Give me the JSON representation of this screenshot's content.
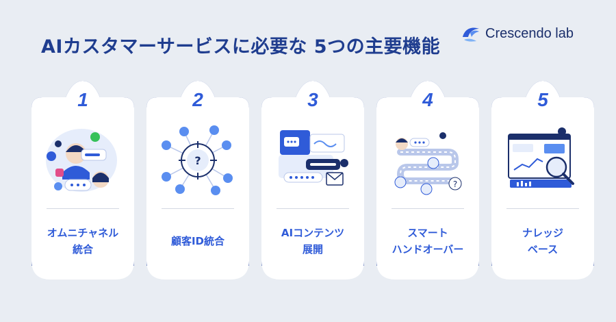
{
  "header": {
    "title": "AIカスタマーサービスに必要な 5つの主要機能"
  },
  "brand": {
    "name": "Crescendo lab"
  },
  "colors": {
    "accent": "#2f5bd8",
    "navy": "#1f3d8f",
    "background": "#e9edf3",
    "card_footer": "#1e3f9c"
  },
  "features": [
    {
      "number": "1",
      "label_lines": [
        "オムニチャネル",
        "統合"
      ],
      "icon": "omnichannel-icon"
    },
    {
      "number": "2",
      "label_lines": [
        "顧客ID統合"
      ],
      "icon": "customer-id-icon"
    },
    {
      "number": "3",
      "label_lines": [
        "AIコンテンツ",
        "展開"
      ],
      "icon": "ai-content-icon"
    },
    {
      "number": "4",
      "label_lines": [
        "スマート",
        "ハンドオーバー"
      ],
      "icon": "handover-icon"
    },
    {
      "number": "5",
      "label_lines": [
        "ナレッジ",
        "ベース"
      ],
      "icon": "knowledge-base-icon"
    }
  ]
}
